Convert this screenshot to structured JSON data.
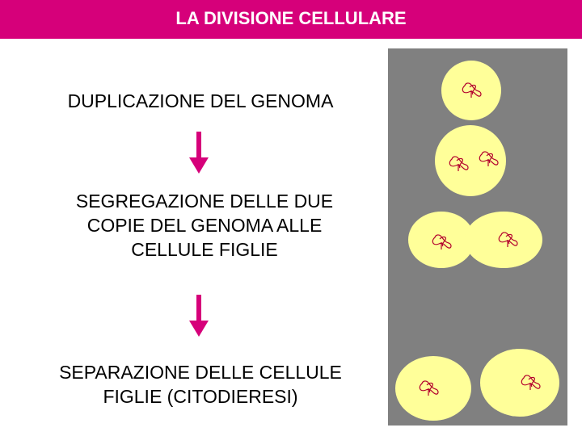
{
  "title": "LA DIVISIONE CELLULARE",
  "steps": [
    {
      "lines": [
        "DUPLICAZIONE DEL GENOMA"
      ]
    },
    {
      "lines": [
        "SEGREGAZIONE DELLE DUE",
        "COPIE DEL GENOMA ALLE",
        "CELLULE FIGLIE"
      ]
    },
    {
      "lines": [
        "SEPARAZIONE DELLE CELLULE",
        "FIGLIE (CITODIERESI)"
      ]
    }
  ],
  "colors": {
    "title_bar": "#d6007a",
    "arrow": "#d6007a",
    "panel_background": "#808080",
    "cell_fill": "#ffff99",
    "chromosome": "#b3002d"
  },
  "icons": [
    "down-arrow-icon",
    "chromosome-icon"
  ]
}
